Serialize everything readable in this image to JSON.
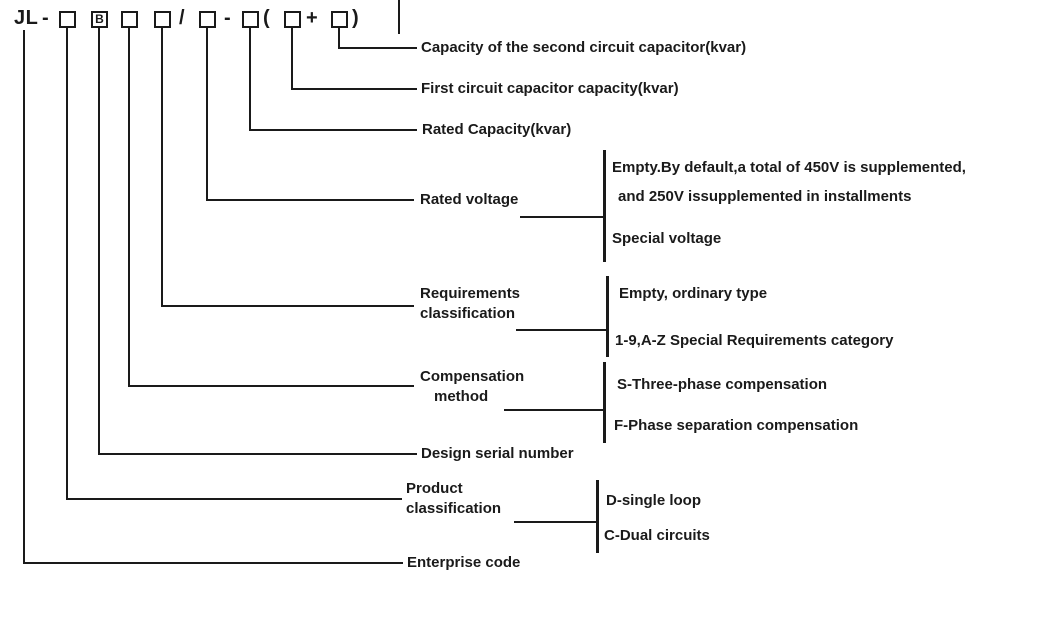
{
  "code": {
    "prefix": "JL",
    "dash1": "-",
    "design_letter": "B",
    "slash": "/",
    "dash2": "-",
    "open_paren": "(",
    "plus": "+",
    "close_paren": ")"
  },
  "fields": {
    "second_circuit_capacity": "Capacity of the second circuit capacitor(kvar)",
    "first_circuit_capacity": "First circuit capacitor capacity(kvar)",
    "rated_capacity": "Rated Capacity(kvar)",
    "rated_voltage": "Rated voltage",
    "requirements_line1": "Requirements",
    "requirements_line2": "classification",
    "compensation_line1": "Compensation",
    "compensation_line2": "method",
    "design_serial_number": "Design serial number",
    "product_line1": "Product",
    "product_line2": "classification",
    "enterprise_code": "Enterprise code"
  },
  "options": {
    "rated_voltage_default_line1": "Empty.By default,a total of 450V is supplemented,",
    "rated_voltage_default_line2": "and 250V issupplemented in installments",
    "rated_voltage_special": "Special voltage",
    "requirements_empty": "Empty, ordinary type",
    "requirements_special": "1-9,A-Z Special Requirements category",
    "compensation_s": "S-Three-phase compensation",
    "compensation_f": "F-Phase separation compensation",
    "product_d": "D-single loop",
    "product_c": "C-Dual circuits"
  },
  "colors": {
    "line": "#1a1a1a",
    "text": "#1a1a1a",
    "background": "#ffffff"
  }
}
